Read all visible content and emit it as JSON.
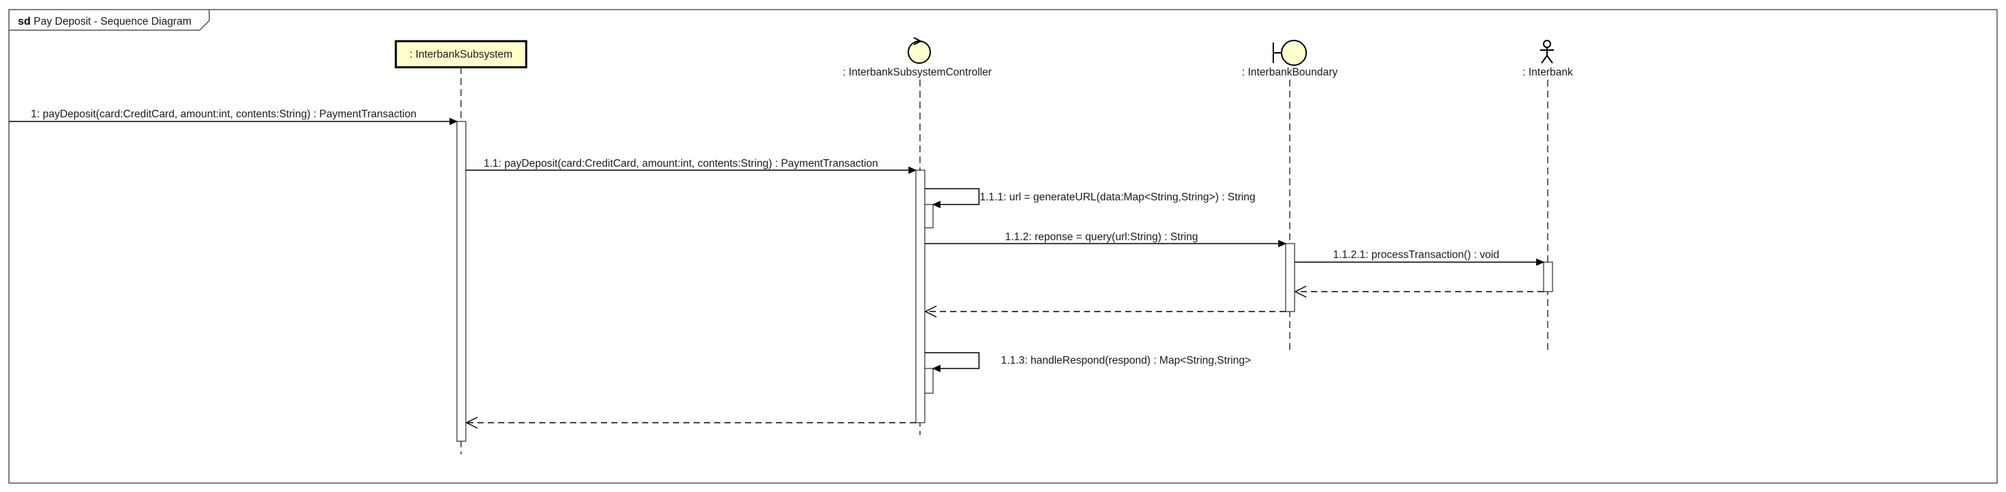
{
  "frame": {
    "keyword": "sd",
    "title": "Pay Deposit - Sequence Diagram"
  },
  "lifelines": [
    {
      "id": "subsystem",
      "label": ": InterbankSubsystem",
      "kind": "class-box",
      "color": "#ffffcc"
    },
    {
      "id": "controller",
      "label": ": InterbankSubsystemController",
      "kind": "control-icon",
      "color": "#ffffcc"
    },
    {
      "id": "boundary",
      "label": ": InterbankBoundary",
      "kind": "boundary-icon",
      "color": "#ffffcc"
    },
    {
      "id": "actor",
      "label": ": Interbank",
      "kind": "actor-icon"
    }
  ],
  "messages": [
    {
      "id": "m1",
      "label": "1: payDeposit(card:CreditCard, amount:int, contents:String) : PaymentTransaction",
      "from": "found",
      "to": "subsystem",
      "style": "sync"
    },
    {
      "id": "m1_1",
      "label": "1.1: payDeposit(card:CreditCard, amount:int, contents:String) : PaymentTransaction",
      "from": "subsystem",
      "to": "controller",
      "style": "sync"
    },
    {
      "id": "m1_1_1",
      "label": "1.1.1: url = generateURL(data:Map<String,String>) : String",
      "from": "controller",
      "to": "controller",
      "style": "self"
    },
    {
      "id": "m1_1_2",
      "label": "1.1.2: reponse = query(url:String) : String",
      "from": "controller",
      "to": "boundary",
      "style": "sync"
    },
    {
      "id": "m1_1_2_1",
      "label": "1.1.2.1: processTransaction() : void",
      "from": "boundary",
      "to": "actor",
      "style": "sync"
    },
    {
      "id": "r1_1_2_1",
      "label": "",
      "from": "actor",
      "to": "boundary",
      "style": "return"
    },
    {
      "id": "r1_1_2",
      "label": "",
      "from": "boundary",
      "to": "controller",
      "style": "return"
    },
    {
      "id": "m1_1_3",
      "label": "1.1.3: handleRespond(respond) : Map<String,String>",
      "from": "controller",
      "to": "controller",
      "style": "self"
    },
    {
      "id": "r1_1",
      "label": "",
      "from": "controller",
      "to": "subsystem",
      "style": "return"
    }
  ]
}
